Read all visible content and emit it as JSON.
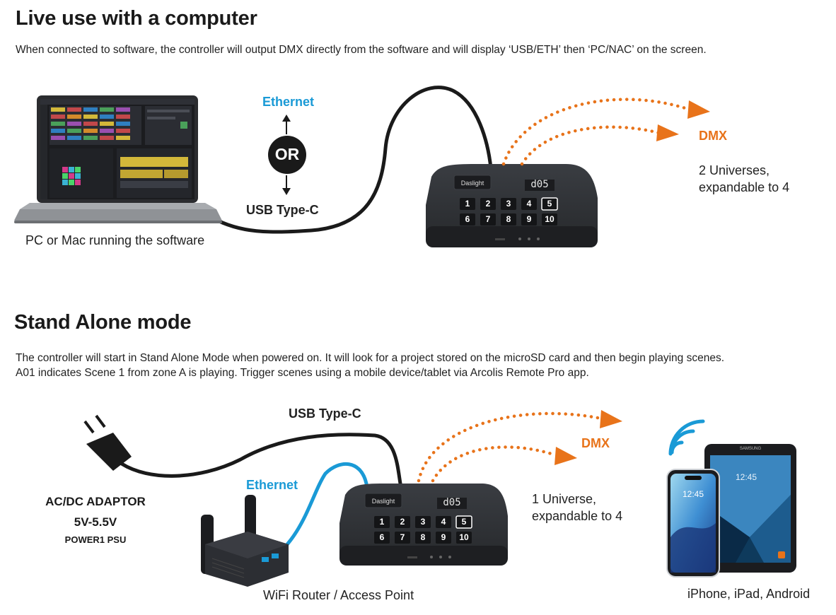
{
  "section1": {
    "title": "Live use with a computer",
    "description": "When connected to software, the controller will output DMX directly from the software and will display ‘USB/ETH’ then ‘PC/NAC’ on the screen.",
    "computer_label": "PC or Mac running the software",
    "ethernet_label": "Ethernet",
    "or_label": "OR",
    "usb_label": "USB Type-C",
    "dmx_label": "DMX",
    "universes_line1": "2 Universes,",
    "universes_line2": "expandable to 4"
  },
  "section2": {
    "title": "Stand Alone mode",
    "description_line1": "The controller will start in Stand Alone Mode when powered on. It will look for a project stored on the microSD card and then begin playing scenes.",
    "description_line2": "A01 indicates Scene 1 from zone A is playing. Trigger scenes using a mobile device/tablet via Arcolis Remote Pro app.",
    "usb_label": "USB Type-C",
    "ethernet_label": "Ethernet",
    "adaptor_line1": "AC/DC ADAPTOR",
    "adaptor_line2": "5V-5.5V",
    "adaptor_line3": "POWER1 PSU",
    "router_label": "WiFi Router / Access Point",
    "dmx_label": "DMX",
    "universes_line1": "1 Universe,",
    "universes_line2": "expandable to 4",
    "devices_label": "iPhone, iPad, Android"
  },
  "controller": {
    "brand": "Daslight",
    "display": "d05",
    "keys": [
      "1",
      "2",
      "3",
      "4",
      "5",
      "6",
      "7",
      "8",
      "9",
      "10"
    ]
  },
  "devices": {
    "phone_time": "12:45",
    "tablet_time": "12:45",
    "tablet_brand": "SAMSUNG"
  },
  "colors": {
    "accent_blue": "#1a9ad6",
    "accent_orange": "#e8731a",
    "cable": "#1a1a1a"
  }
}
